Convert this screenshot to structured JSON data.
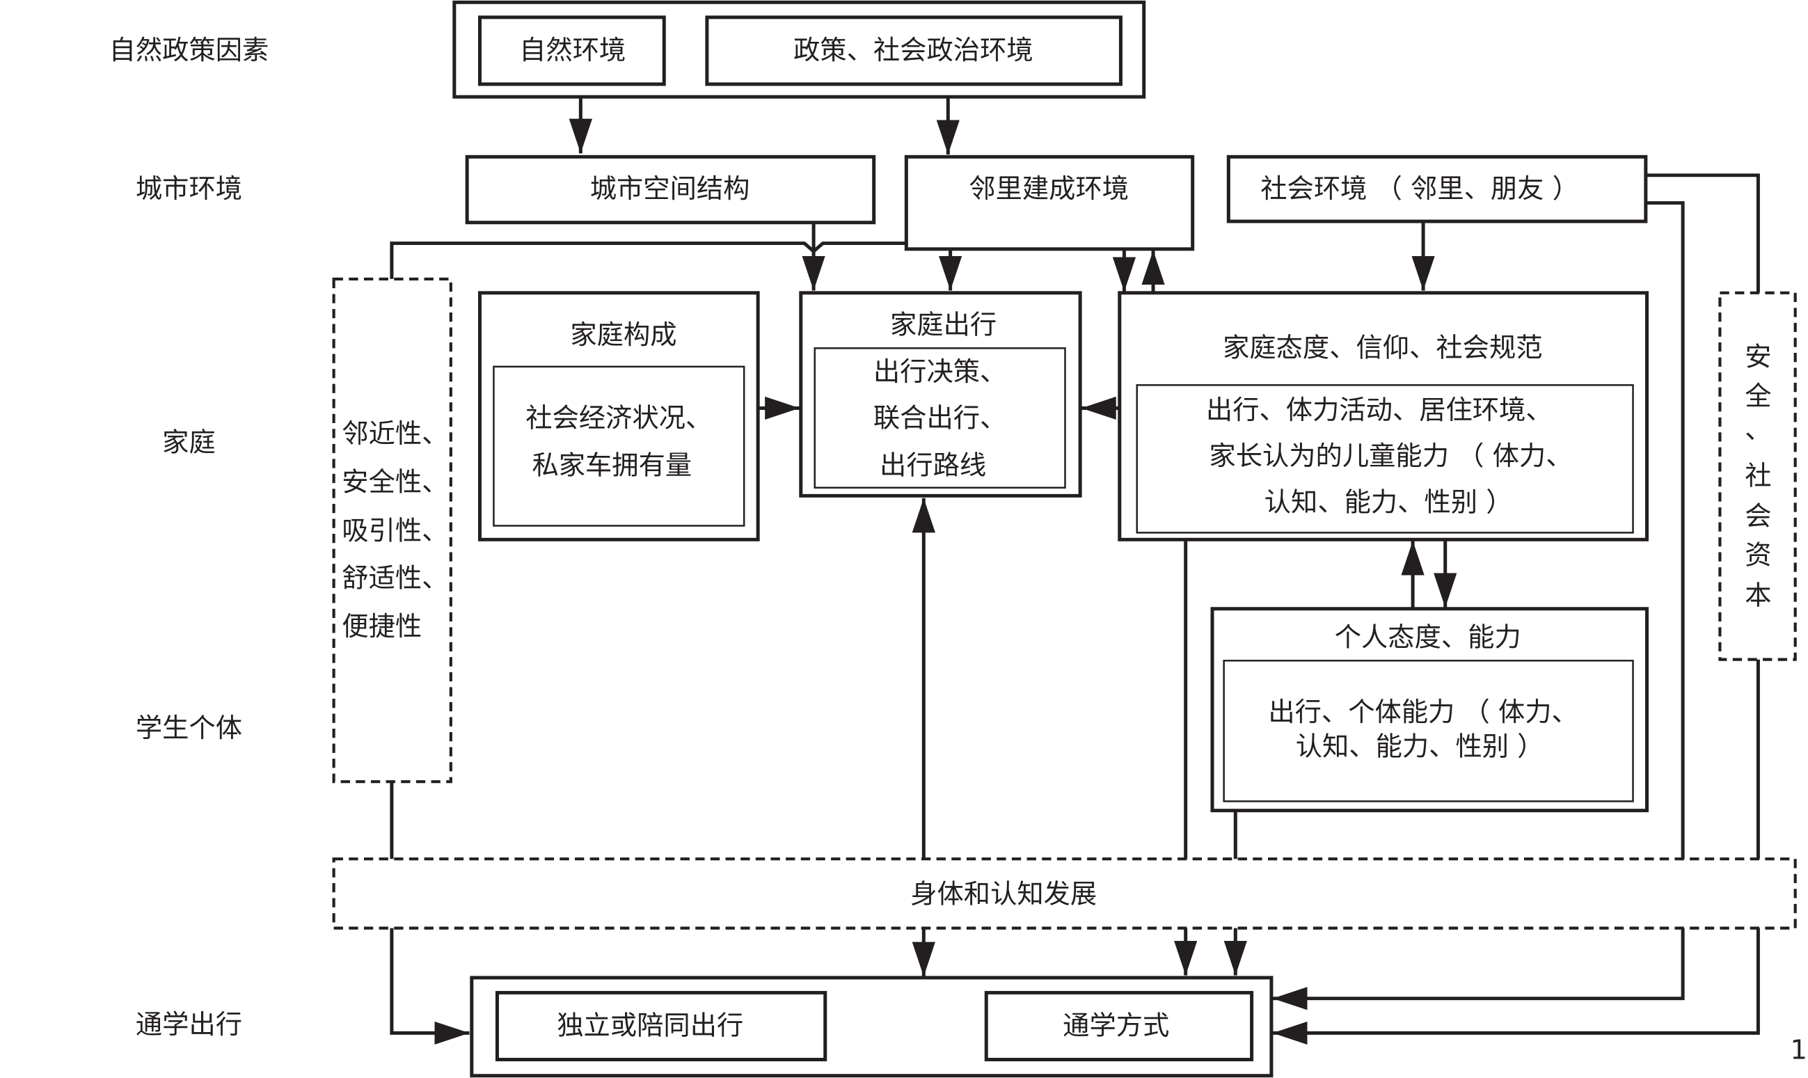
{
  "row_labels": [
    "自然政策因素",
    "城市环境",
    "家庭",
    "学生个体",
    "通学出行"
  ],
  "nodes": {
    "natural_env": "自然环境",
    "policy_env": "政策、社会政治环境",
    "urban_structure": "城市空间结构",
    "neighborhood_built": "邻里建成环境",
    "social_env": "社会环境 （ 邻里、朋友 ）",
    "family_composition": {
      "title": "家庭构成",
      "lines": [
        "社会经济状况、",
        "私家车拥有量"
      ]
    },
    "family_travel": {
      "title": "家庭出行",
      "lines": [
        "出行决策、",
        "联合出行、",
        "出行路线"
      ]
    },
    "family_attitude": {
      "title": "家庭态度、信仰、社会规范",
      "lines": [
        "出行、体力活动、居住环境、",
        "家长认为的儿童能力 （ 体力、",
        "认知、能力、性别 ）"
      ]
    },
    "personal_attitude": {
      "title": "个人态度、能力",
      "lines": [
        "出行、个体能力 （ 体力、",
        "认知、能力、性别 ）"
      ]
    },
    "environment_qualities": [
      "邻近性、",
      "安全性、",
      "吸引性、",
      "舒适性、",
      "便捷性"
    ],
    "safety_social_capital": [
      "安",
      "全",
      "、",
      "社",
      "会",
      "资",
      "本"
    ],
    "development": "身体和认知发展",
    "independent_travel": "独立或陪同出行",
    "commute_mode": "通学方式"
  },
  "page_number": "1",
  "colors": {
    "line": "#231f20",
    "background": "#ffffff"
  }
}
